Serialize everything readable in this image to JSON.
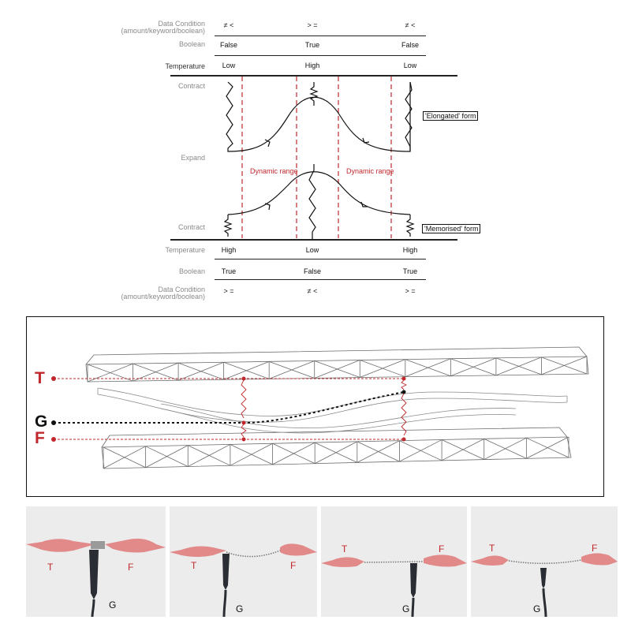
{
  "top_table": {
    "data_condition_label": "Data Condition",
    "data_condition_sub": "(amount/keyword/boolean)",
    "boolean_label": "Boolean",
    "temperature_label": "Temperature",
    "top_condition": [
      "≠ <",
      "> =",
      "≠ <"
    ],
    "top_boolean": [
      "False",
      "True",
      "False"
    ],
    "top_temperature": [
      "Low",
      "High",
      "Low"
    ]
  },
  "mid": {
    "contract_label": "Contract",
    "expand_label": "Expand",
    "dynamic_range_label": "Dynamic range",
    "elongated_form_label": "'Elongated' form",
    "memorised_form_label": "'Memorised' form"
  },
  "bottom_table": {
    "bottom_temperature": [
      "High",
      "Low",
      "High"
    ],
    "bottom_boolean": [
      "True",
      "False",
      "True"
    ],
    "bottom_condition": [
      "> =",
      "≠ <",
      "> ="
    ]
  },
  "truss": {
    "t_label": "T",
    "g_label": "G",
    "f_label": "F"
  },
  "photos": [
    {
      "t": "T",
      "f": "F",
      "g": "G"
    },
    {
      "t": "T",
      "f": "F",
      "g": "G"
    },
    {
      "t": "T",
      "f": "F",
      "g": "G"
    },
    {
      "t": "T",
      "f": "F",
      "g": "G"
    }
  ],
  "colors": {
    "accent_red": "#c0282d",
    "ink": "#111111",
    "grey_label": "#8a8a8a",
    "clip_red": "#e07a7a",
    "clip_black": "#2a2d33"
  }
}
